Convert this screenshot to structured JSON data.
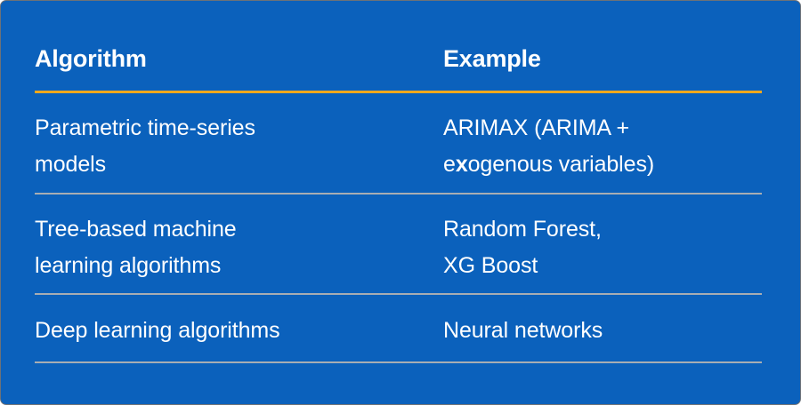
{
  "card": {
    "background_color": "#0b61bc",
    "border_color": "#6d7278",
    "accent_rule_color": "#f5a81c",
    "separator_color": "#a8adb3",
    "text_color": "#ffffff"
  },
  "table": {
    "columns": [
      {
        "key": "algorithm",
        "header": "Algorithm"
      },
      {
        "key": "example",
        "header": "Example"
      }
    ],
    "rows": [
      {
        "algorithm_lines": [
          "Parametric time-series",
          "models"
        ],
        "example_lines": [
          "ARIMAX (ARIMA +",
          "e|x|ogenous variables)"
        ],
        "example_emphasis": "x"
      },
      {
        "algorithm_lines": [
          "Tree-based machine",
          "learning algorithms"
        ],
        "example_lines": [
          "Random Forest,",
          "XG Boost"
        ]
      },
      {
        "algorithm_lines": [
          "Deep learning algorithms"
        ],
        "example_lines": [
          "Neural networks"
        ]
      }
    ]
  }
}
